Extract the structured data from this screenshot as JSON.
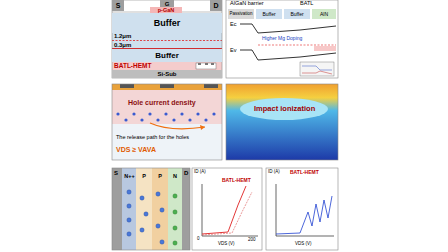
{
  "diagram": {
    "nodes": [
      {
        "text": [
          "S"
        ]
      },
      {
        "text": [
          "G"
        ]
      },
      {
        "text": [
          "p-GaN"
        ]
      },
      {
        "text": [
          "D"
        ]
      },
      {
        "text": [
          "Buffer"
        ]
      },
      {
        "text": [
          "Buffer"
        ]
      },
      {
        "text": [
          "Si-Sub"
        ]
      },
      {
        "text": [
          "Passivation"
        ]
      },
      {
        "text": [
          "Buffer"
        ]
      },
      {
        "text": [
          "Buffer"
        ]
      },
      {
        "text": [
          "AlN"
        ]
      },
      {
        "text": [
          "N++"
        ]
      },
      {
        "text": [
          "P"
        ]
      },
      {
        "text": [
          "P"
        ]
      },
      {
        "text": [
          "N"
        ]
      }
    ],
    "labels": [
      "1.2μm",
      "0.3μm",
      "BATL-HEMT",
      "AlGaN barrier",
      "BATL",
      "Ec",
      "Ev",
      "Higher Mg Doping",
      "Hole current density",
      "The release path for the holes",
      "VDS ≥ VAVA",
      "Impact ionization",
      "S",
      "D",
      "ID (A)",
      "BATL-HEMT",
      "VDS (V)",
      "0",
      "200",
      "ID (A)",
      "BATL-HEMT",
      "VDS (V)"
    ]
  }
}
